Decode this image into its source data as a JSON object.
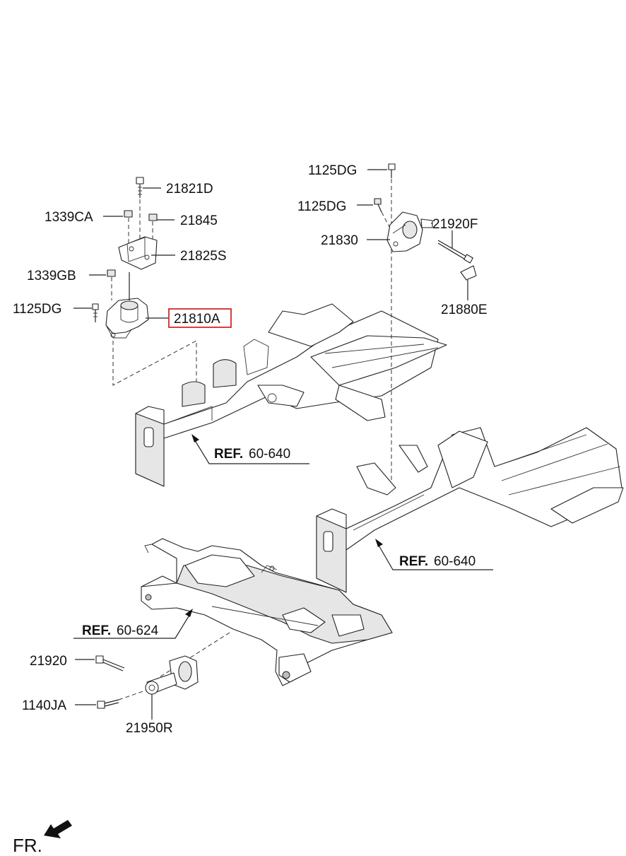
{
  "labels": {
    "l_21821D": "21821D",
    "l_1339CA": "1339CA",
    "l_21845": "21845",
    "l_21825S": "21825S",
    "l_1339GB": "1339GB",
    "l_1125DG_left": "1125DG",
    "l_21810A": "21810A",
    "l_1125DG_top": "1125DG",
    "l_1125DG_mid": "1125DG",
    "l_21830": "21830",
    "l_21920F": "21920F",
    "l_21880E": "21880E",
    "l_21920": "21920",
    "l_1140JA": "1140JA",
    "l_21950R": "21950R"
  },
  "refs": {
    "ref1": {
      "bold": "REF.",
      "num": "60-640"
    },
    "ref2": {
      "bold": "REF.",
      "num": "60-640"
    },
    "ref3": {
      "bold": "REF.",
      "num": "60-624"
    }
  },
  "highlight_color": "#d42a2a",
  "direction": {
    "label": "FR.",
    "icon": "front-arrow-icon"
  }
}
